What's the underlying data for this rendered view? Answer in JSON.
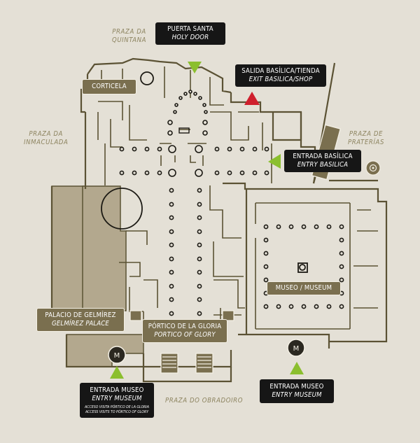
{
  "plazas": {
    "quintana": [
      "PRAZA DA",
      "QUINTANA"
    ],
    "inmaculada": [
      "PRAZA DA",
      "INMACULADA"
    ],
    "praterias": [
      "PRAZA DE",
      "PRATERÍAS"
    ],
    "obradoiro": "PRAZA DO OBRADOIRO"
  },
  "labels": {
    "holy_door": {
      "es": "PUERTA SANTA",
      "en": "HOLY DOOR"
    },
    "exit": {
      "es": "SALIDA BASÍLICA/TIENDA",
      "en": "EXIT BASILICA/SHOP"
    },
    "corticela": "CORTICELA",
    "entry_basilica": {
      "es": "ENTRADA BASÍLICA",
      "en": "ENTRY BASILICA"
    },
    "museum": "MUSEO / MUSEUM",
    "gelmirez": {
      "es": "PALACIO DE GELMÍREZ",
      "en": "GELMÍREZ PALACE"
    },
    "portico": {
      "es": "PÓRTICO DE LA GLORIA",
      "en": "PORTICO OF GLORY"
    },
    "entry_museum_left": {
      "es": "ENTRADA MUSEO",
      "en": "ENTRY MUSEUM",
      "note_es": "ACCESO VISITA PÓRTICO DE LA GLORIA",
      "note_en": "ACCESS VISITS TO PÓRTICO OF GLORY"
    },
    "entry_museum_right": {
      "es": "ENTRADA MUSEO",
      "en": "ENTRY MUSEUM"
    }
  },
  "markers": {
    "museum_left": "M",
    "museum_right": "M"
  },
  "colors": {
    "background": "#e4e0d6",
    "walls": "#5b5234",
    "olive": "#7a6f4f",
    "entry_arrow": "#8bbf2e",
    "exit_arrow": "#cf1f2d",
    "dark_label": "#161616",
    "palace_fill": "#b2a78d"
  }
}
